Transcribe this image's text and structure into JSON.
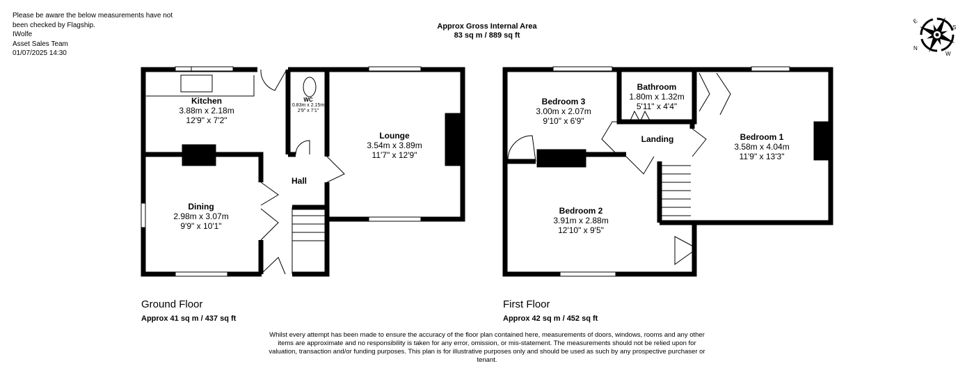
{
  "note": [
    "Please be aware the below measurements have not",
    "been checked by Flagship.",
    "IWolfe",
    "Asset Sales Team",
    "01/07/2025 14:30"
  ],
  "gross_area": {
    "title": "Approx Gross Internal Area",
    "value": "83 sq m / 889 sq ft"
  },
  "compass": {
    "labels": [
      "E",
      "S",
      "W",
      "N"
    ]
  },
  "ground_floor": {
    "title": "Ground Floor",
    "area": "Approx 41 sq m / 437 sq ft",
    "rooms": [
      {
        "name": "Kitchen",
        "metric": "3.88m x 2.18m",
        "imperial": "12'9\" x 7'2\""
      },
      {
        "name": "WC",
        "metric": "0.83m x 2.15m",
        "imperial": "2'9\" x 7'1\""
      },
      {
        "name": "Lounge",
        "metric": "3.54m x 3.89m",
        "imperial": "11'7\" x 12'9\""
      },
      {
        "name": "Hall"
      },
      {
        "name": "Dining",
        "metric": "2.98m x 3.07m",
        "imperial": "9'9\" x 10'1\""
      }
    ]
  },
  "first_floor": {
    "title": "First Floor",
    "area": "Approx 42 sq m / 452 sq ft",
    "rooms": [
      {
        "name": "Bedroom 3",
        "metric": "3.00m x 2.07m",
        "imperial": "9'10\" x 6'9\""
      },
      {
        "name": "Bathroom",
        "metric": "1.80m x 1.32m",
        "imperial": "5'11\" x 4'4\""
      },
      {
        "name": "Landing"
      },
      {
        "name": "Bedroom 1",
        "metric": "3.58m x 4.04m",
        "imperial": "11'9\" x 13'3\""
      },
      {
        "name": "Bedroom 2",
        "metric": "3.91m x 2.88m",
        "imperial": "12'10\" x 9'5\""
      }
    ]
  },
  "disclaimer": "Whilst every attempt has been made to ensure the accuracy of the floor plan contained here, measurements of doors, windows, rooms and any other items are approximate and no responsibility is taken for any error, omission, or mis-statement. The measurements should not be relied upon for valuation, transaction and/or funding purposes. This plan is for illustrative purposes only and should be used as such by any prospective purchaser or tenant."
}
